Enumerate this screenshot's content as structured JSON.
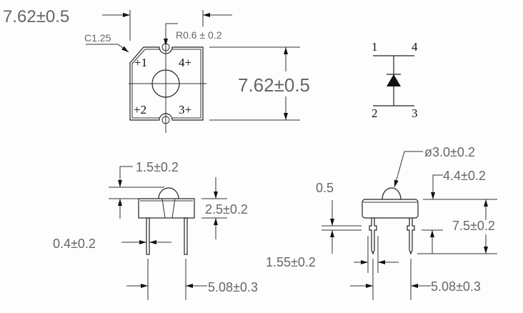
{
  "top_view": {
    "width_dim": "7.62±0.5",
    "height_dim": "7.62±0.5",
    "chamfer": "C1.25",
    "radius": "R0.6 ± 0.2",
    "pins": [
      "+1",
      "4+",
      "+2",
      "3+"
    ]
  },
  "schematic": {
    "pins": [
      "1",
      "4",
      "2",
      "3"
    ]
  },
  "side_view": {
    "dome_height": "1.5±0.2",
    "body_height": "2.5±0.2",
    "pin_width": "0.4±0.2",
    "pin_pitch": "5.08±0.3"
  },
  "front_view": {
    "dome_diameter": "ø3.0±0.2",
    "body_width": "4.4±0.2",
    "total_height": "7.5±0.2",
    "shoulder": "0.5",
    "shoulder_width": "1.55±0.2",
    "pin_pitch": "5.08±0.3"
  }
}
